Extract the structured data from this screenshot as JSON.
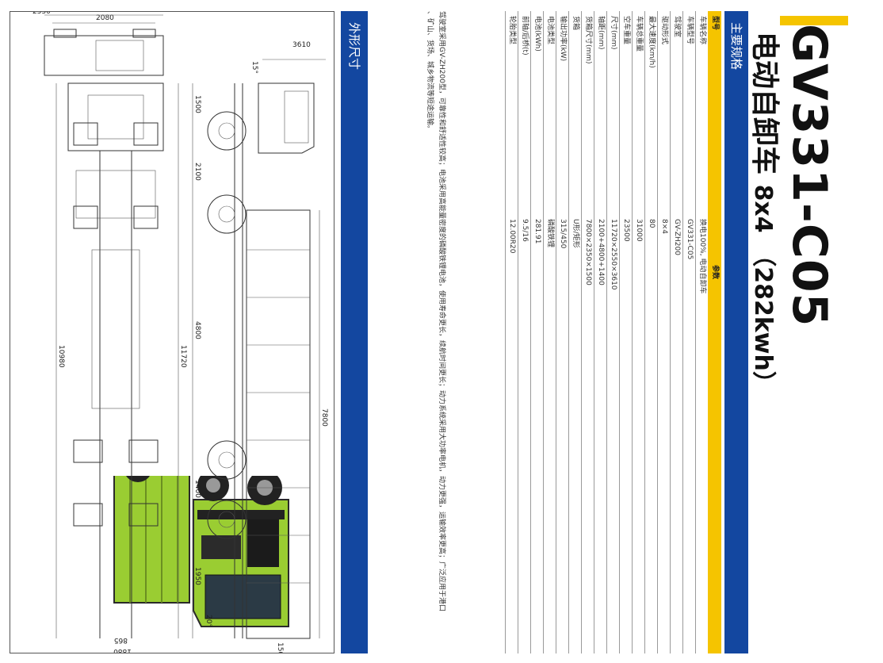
{
  "header": {
    "model_code": "GV331-C05",
    "subtitle_prefix": "电动自卸车",
    "subtitle_config": "8x4",
    "subtitle_battery": "（282kwh）"
  },
  "spec_section": {
    "title": "主要规格",
    "head_key": "型号",
    "head_value": "参数",
    "rows": [
      {
        "key": "车辆名称",
        "value": "换电100%, 电动自卸车"
      },
      {
        "key": "车辆型号",
        "value": "GV331-C05"
      },
      {
        "key": "驾驶室",
        "value": "GV-ZH200"
      },
      {
        "key": "驱动形式",
        "value": "8×4"
      },
      {
        "key": "最大速度(km/h)",
        "value": "80"
      },
      {
        "key": "车辆总重量",
        "value": "31000"
      },
      {
        "key": "空车重量",
        "value": "23500"
      },
      {
        "key": "尺寸(mm)",
        "value": "11720×2550×3610"
      },
      {
        "key": "轴距(mm)",
        "value": "2100+4800+1400"
      },
      {
        "key": "货箱尺寸(mm)",
        "value": "7800×2350×1500"
      },
      {
        "key": "货箱",
        "value": "U形/矩形"
      },
      {
        "key": "输出功率(kW)",
        "value": "315/450"
      },
      {
        "key": "电池类型",
        "value": "磷酸铁锂"
      },
      {
        "key": "电池(kWh)",
        "value": "281.91"
      },
      {
        "key": "前轴/后桥(t)",
        "value": "9.5/16"
      },
      {
        "key": "轮胎类型",
        "value": "12.00R20"
      }
    ],
    "description_line1": "驾驶室采用GV-ZH200型，可靠性和舒适性较高；电池采用高能量密度的磷酸铁锂电池，使用寿命更长，续航时间更长；动力系统采用大功率电机，动力更强，运输效率更高；广泛应用于港口",
    "description_line2": "、矿山、货场、城乡物流等短途运输。"
  },
  "dimension_section": {
    "title": "外形尺寸",
    "dims": {
      "height": "3610",
      "front_overhang": "1500",
      "wheelbase_1": "2100",
      "wheelbase_2": "4800",
      "wheelbase_3": "1400",
      "rear_overhang": "1950",
      "total_length": "11720",
      "frame_length": "10980",
      "box_length": "7800",
      "box_height": "1500",
      "approach_angle": "15°",
      "departure_angle": "20°",
      "frame_width": "865",
      "track_rear": "1880",
      "track_front": "2080",
      "overall_width": "2550"
    }
  },
  "colors": {
    "brand_blue": "#1347a0",
    "accent_yellow": "#f5c400",
    "truck_green": "#9acd32"
  }
}
